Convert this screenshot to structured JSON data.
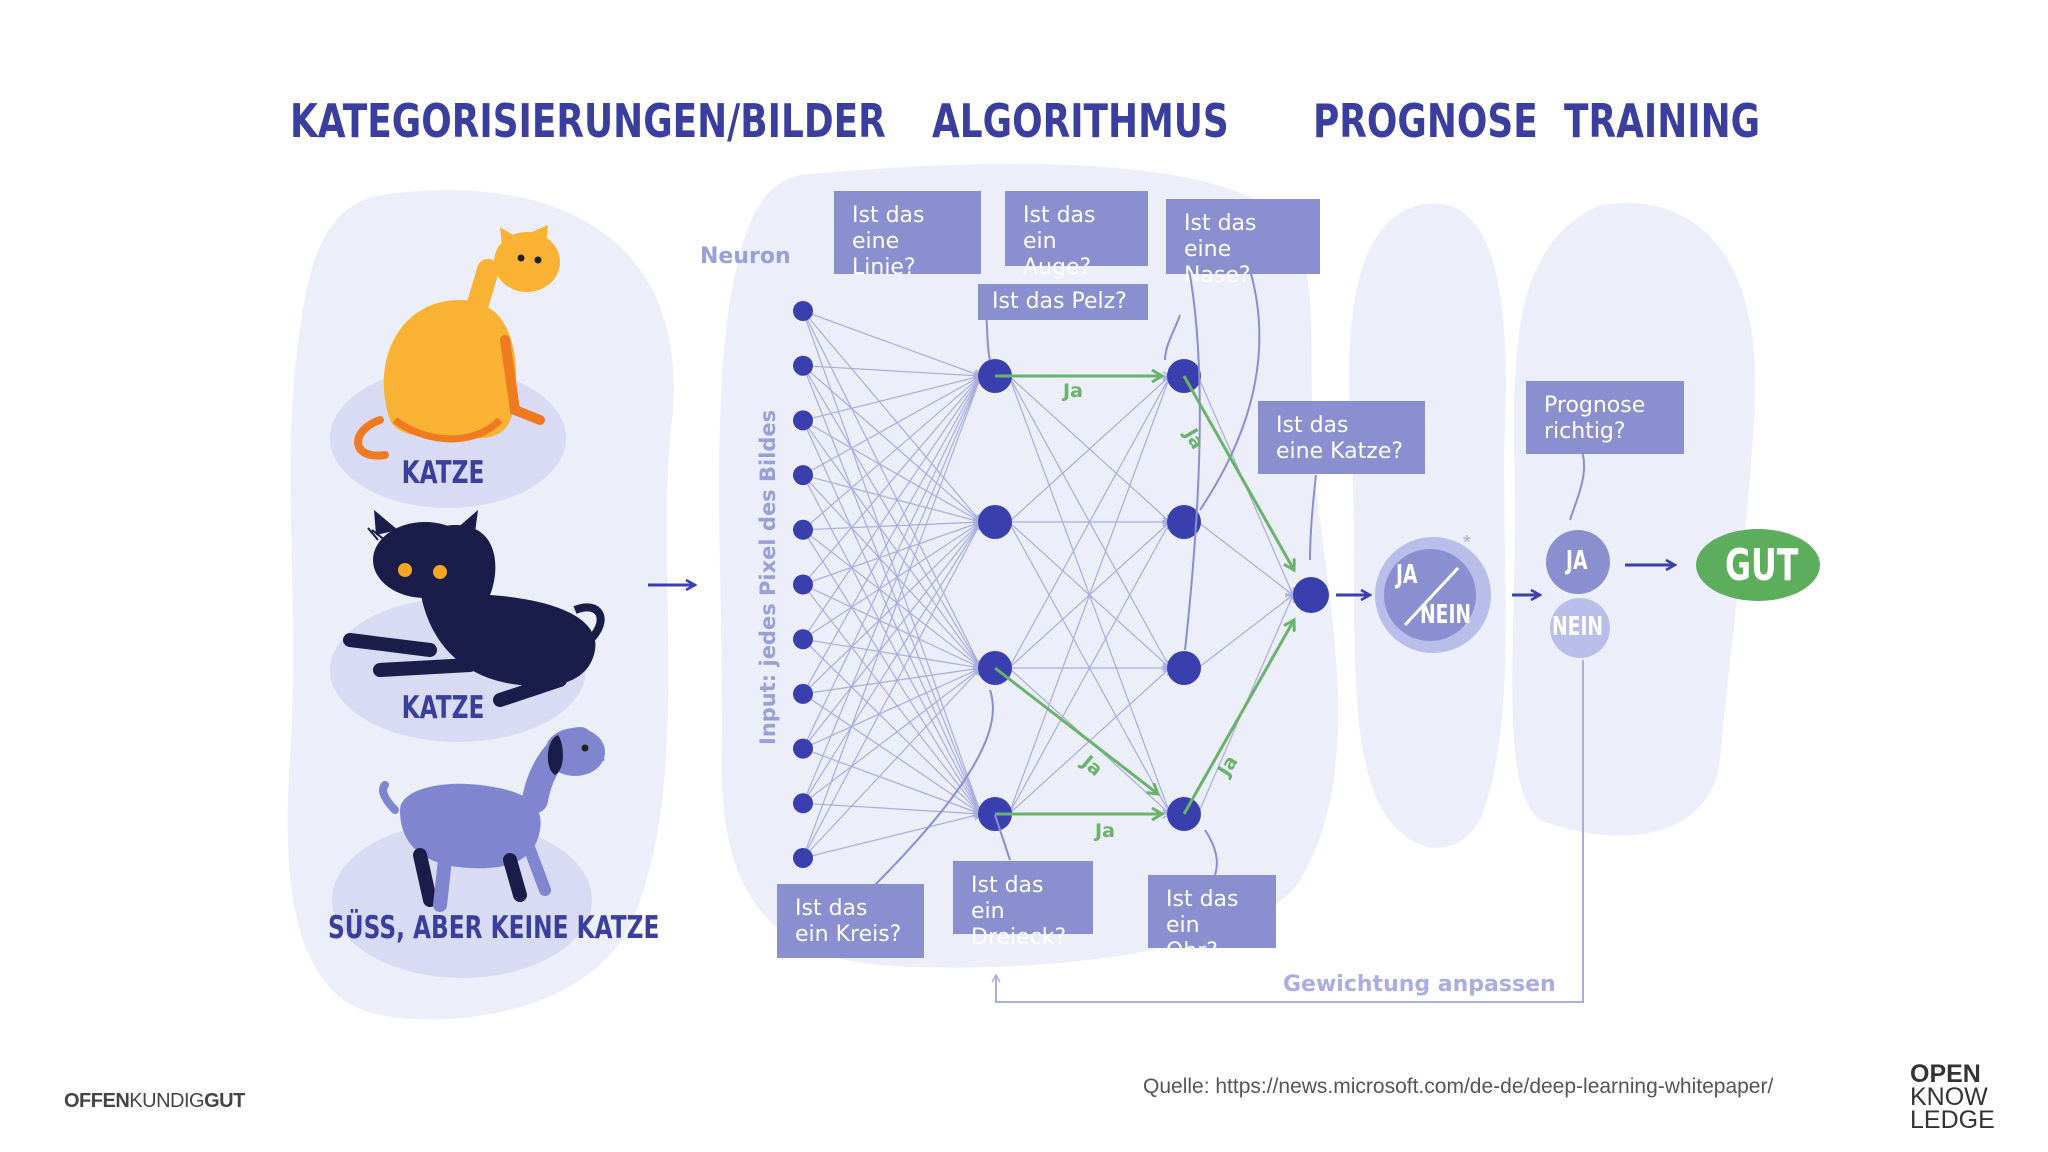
{
  "headings": {
    "categories": "KATEGORISIERUNGEN/BILDER",
    "algorithm": "ALGORITHMUS",
    "prognosis": "PROGNOSE",
    "training": "TRAINING"
  },
  "animals": [
    {
      "label": "KATZE",
      "kind": "orange-cat"
    },
    {
      "label": "KATZE",
      "kind": "black-cat"
    },
    {
      "label": "SÜSS, ABER KEINE KATZE",
      "kind": "dog"
    }
  ],
  "network": {
    "neuron_label": "Neuron",
    "input_label": "Input: jedes Pixel des Bildes",
    "yes_label": "Ja",
    "questions": {
      "linie": "Ist das\neine Linie?",
      "auge": "Ist das\nein Auge?",
      "nase": "Ist das\neine Nase?",
      "pelz": "Ist das Pelz?",
      "katze": "Ist das\neine Katze?",
      "kreis": "Ist das\nein Kreis?",
      "dreieck": "Ist das\nein Dreieck?",
      "ohr": "Ist das\nein Ohr?"
    }
  },
  "prognosis": {
    "yes": "JA",
    "no": "NEIN",
    "asterisk": "*"
  },
  "training": {
    "question": "Prognose\nrichtig?",
    "yes": "JA",
    "no": "NEIN",
    "result": "GUT",
    "feedback": "Gewichtung anpassen"
  },
  "footer": {
    "source": "Quelle: https://news.microsoft.com/de-de/deep-learning-whitepaper/",
    "brand_left_1": "OFFEN",
    "brand_left_2": "KUNDIG",
    "brand_left_3": "GUT",
    "brand_right": [
      "OPEN",
      "KNOW",
      "LEDGE"
    ]
  },
  "colors": {
    "heading": "#3a3f9e",
    "node": "#3a3fae",
    "box": "#8a8fcf",
    "blob": "#eceefa",
    "green": "#6ab36a",
    "gut": "#5cad5c"
  }
}
